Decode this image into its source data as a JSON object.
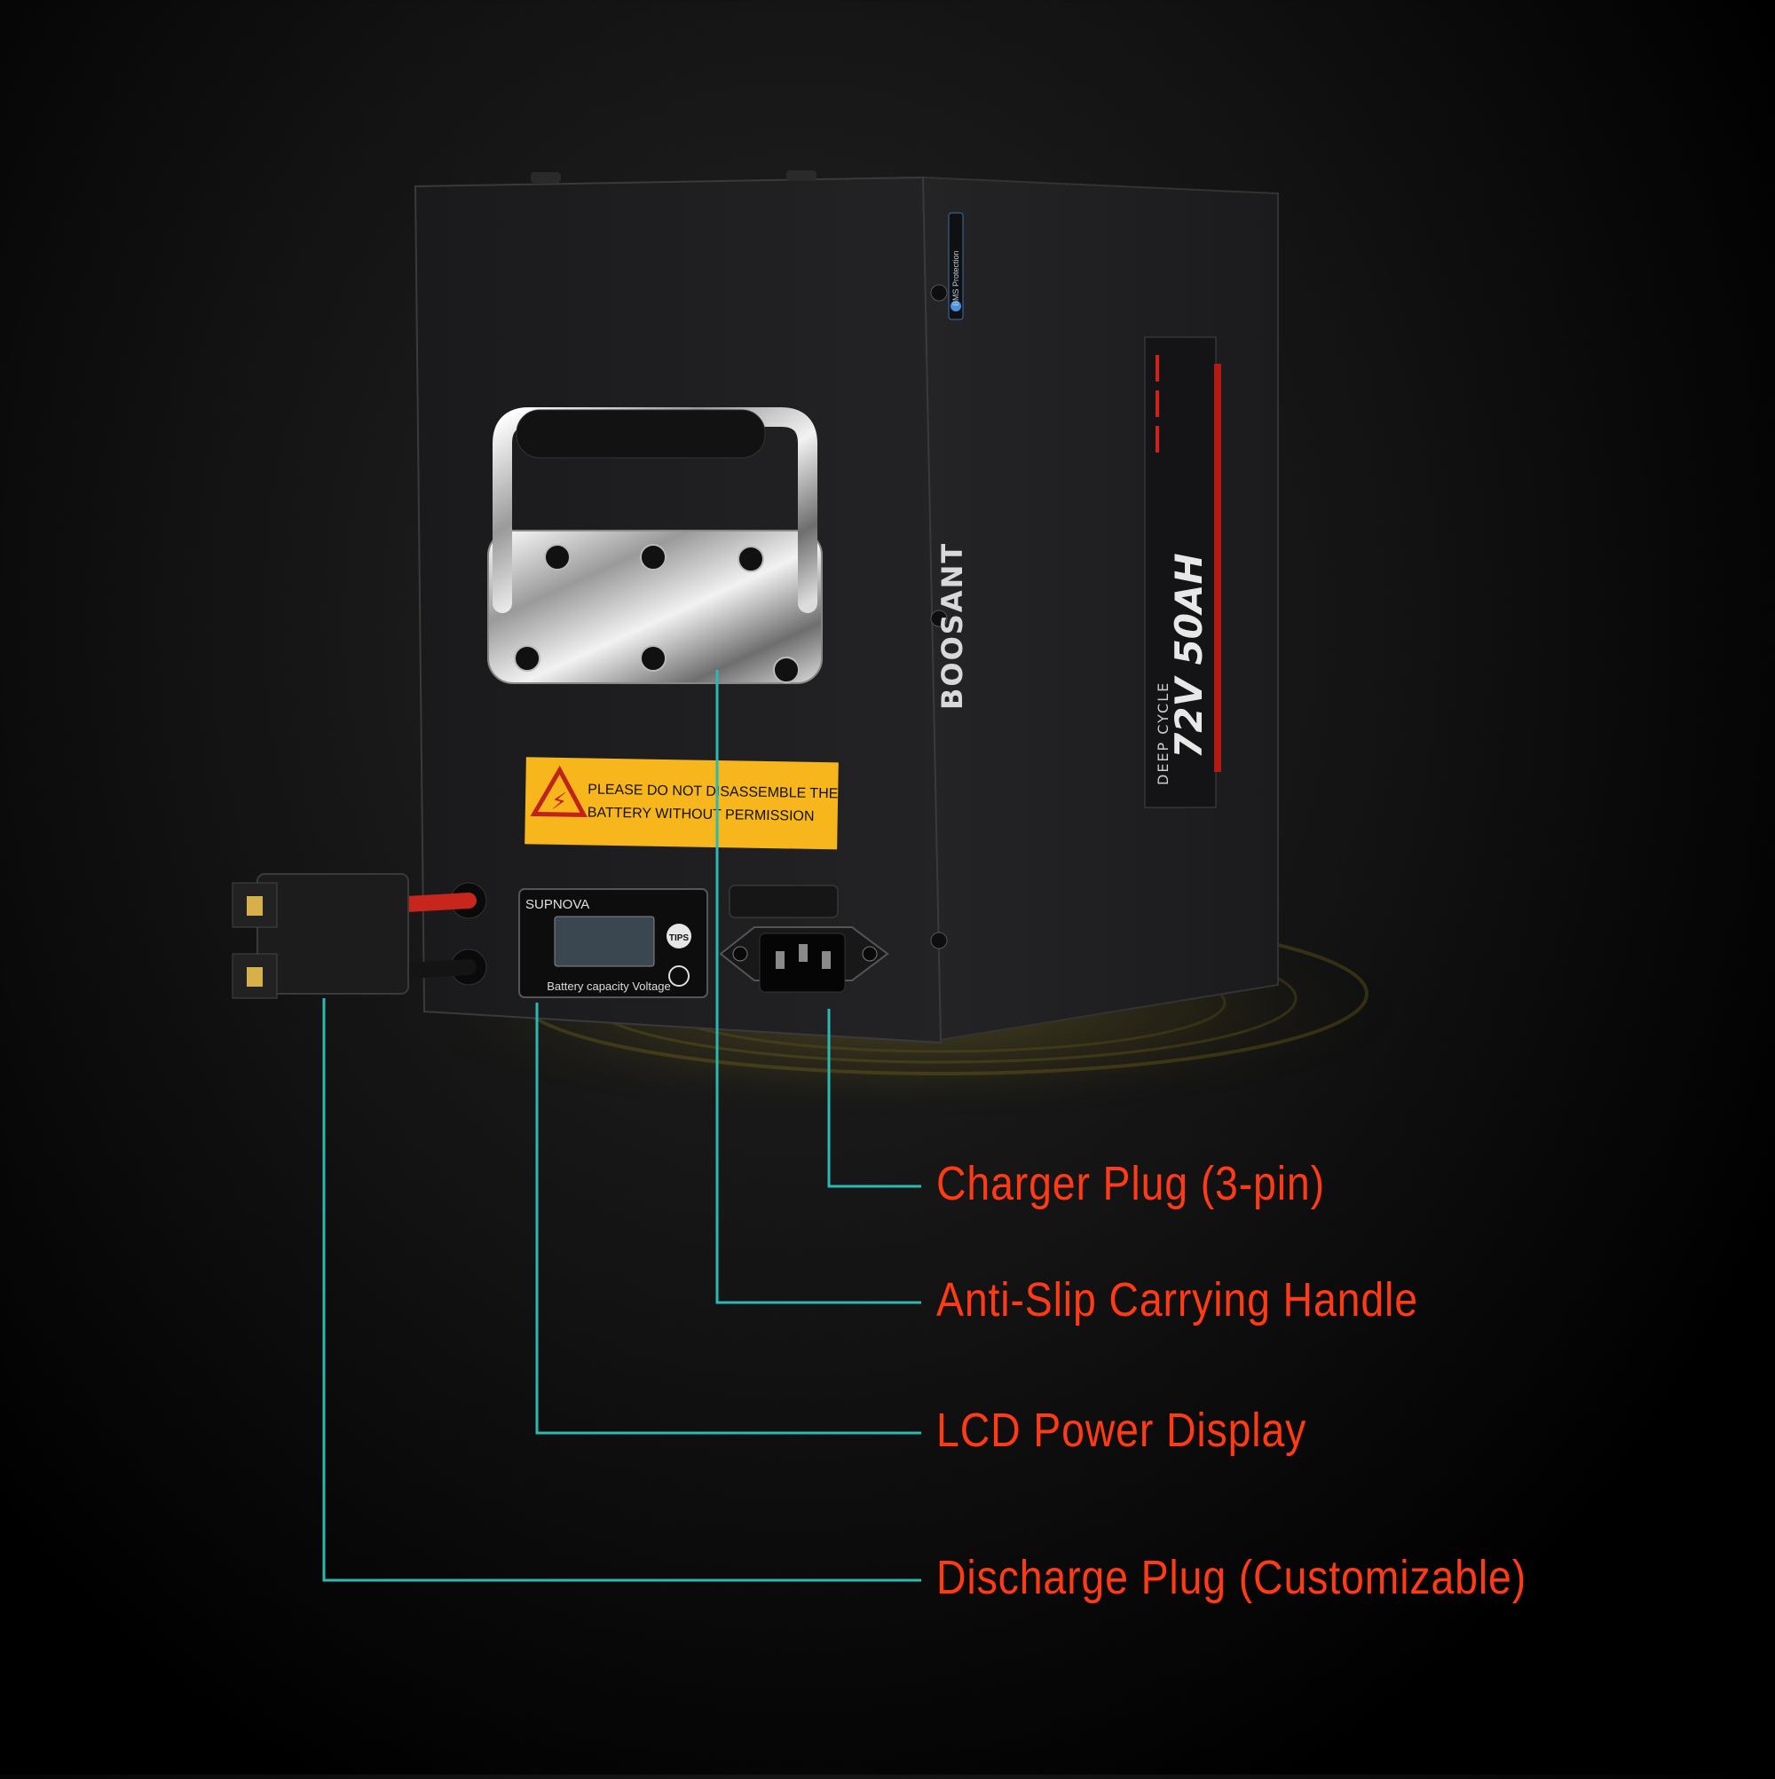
{
  "product": {
    "brand": "BOOSANT",
    "series": "DEEP CYCLE",
    "spec": "72V 50AH",
    "badge": "BMS Protection"
  },
  "warning": {
    "text_line1": "PLEASE DO NOT DISASSEMBLE THE",
    "text_line2": "BATTERY WITHOUT PERMISSION"
  },
  "display": {
    "brand": "SUPNOVA",
    "caption": "Battery capacity Voltage",
    "button_text": "TIPS"
  },
  "callouts": [
    {
      "label": "Charger Plug (3-pin)"
    },
    {
      "label": "Anti-Slip Carrying Handle"
    },
    {
      "label": "LCD Power Display"
    },
    {
      "label": "Discharge Plug (Customizable)"
    }
  ],
  "colors": {
    "label_text": "#ff3a14",
    "callout_line": "#2bb9b3",
    "warning_bg": "#f7b61c",
    "battery_body": "#1d1d1f"
  }
}
